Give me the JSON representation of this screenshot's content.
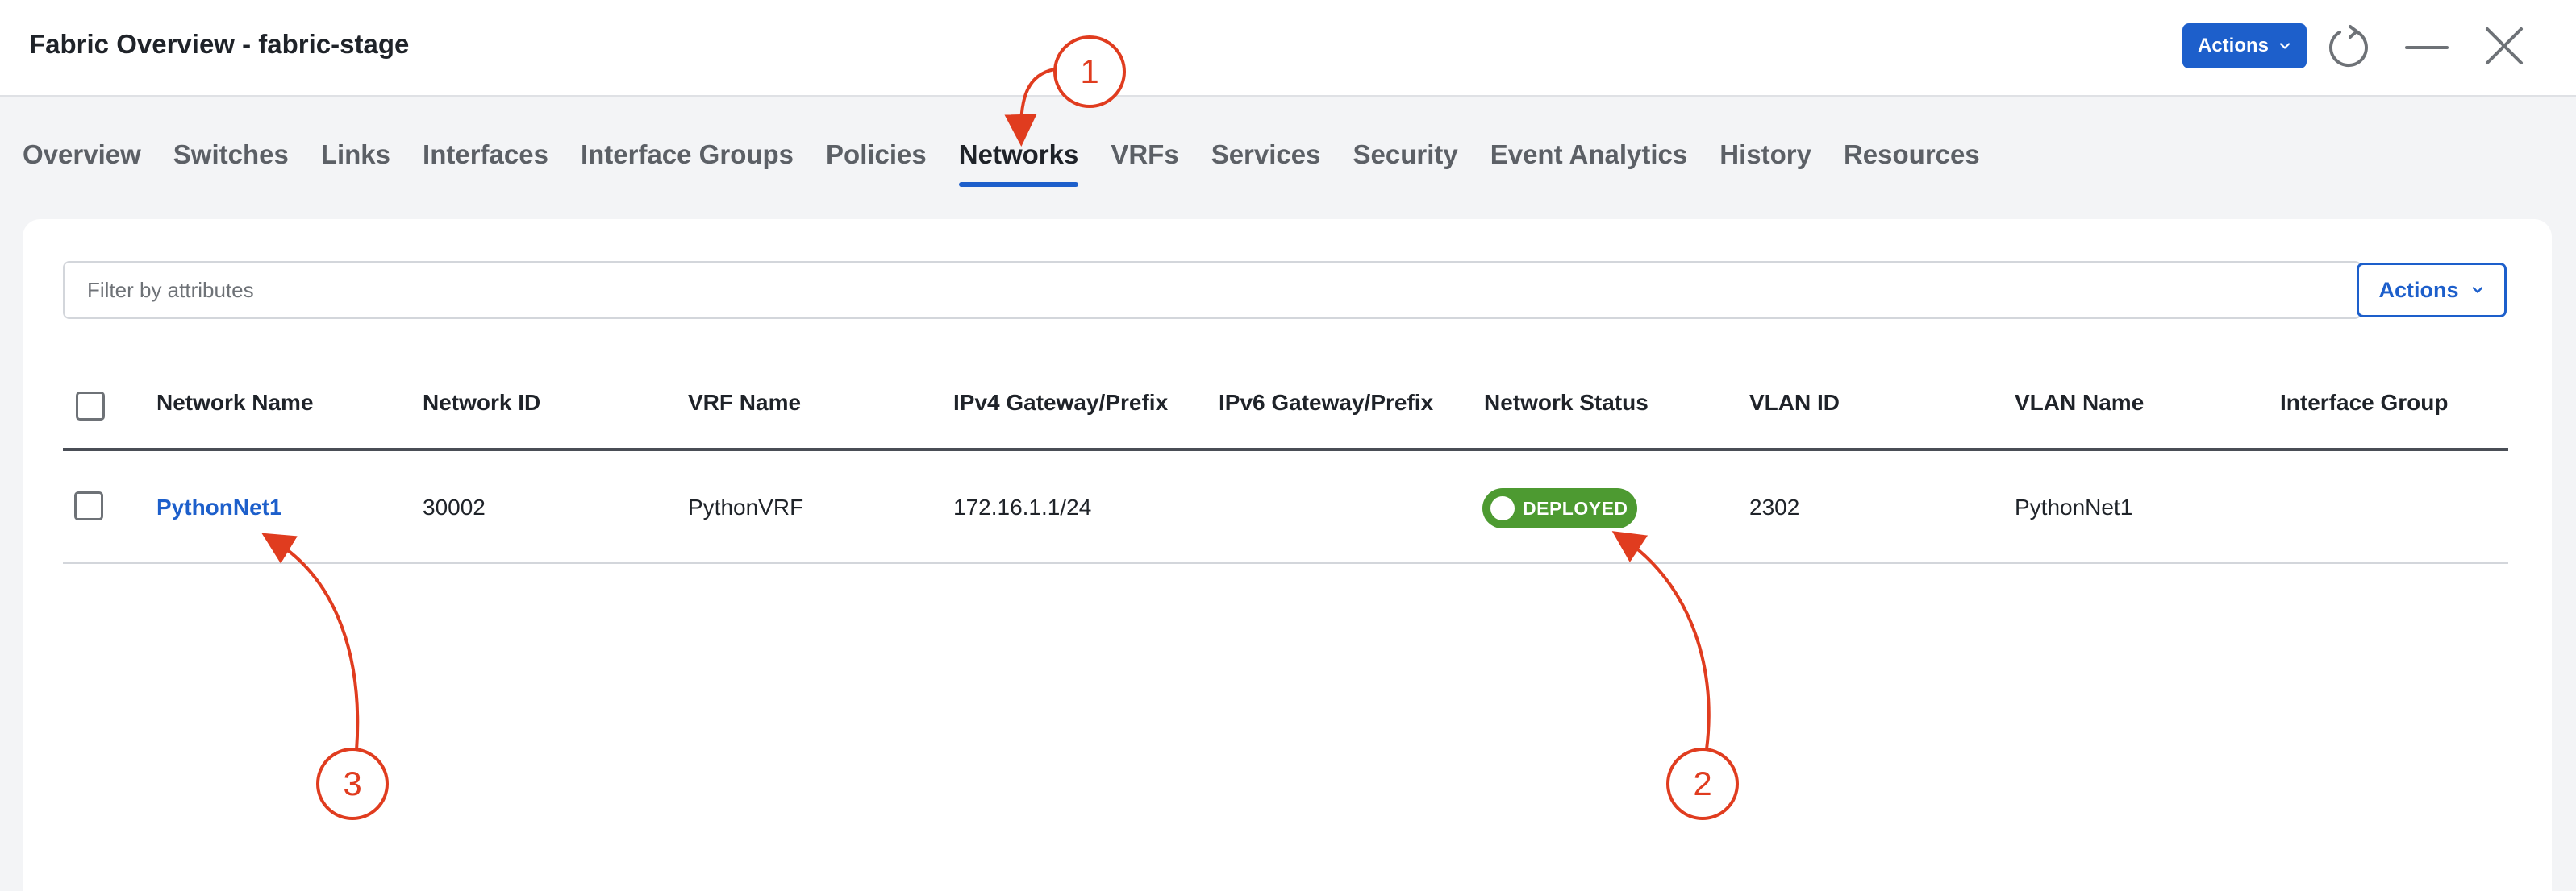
{
  "window": {
    "title": "Fabric Overview - fabric-stage"
  },
  "header": {
    "actions_label": "Actions"
  },
  "tabs": [
    {
      "label": "Overview"
    },
    {
      "label": "Switches"
    },
    {
      "label": "Links"
    },
    {
      "label": "Interfaces"
    },
    {
      "label": "Interface Groups"
    },
    {
      "label": "Policies"
    },
    {
      "label": "Networks",
      "active": true
    },
    {
      "label": "VRFs"
    },
    {
      "label": "Services"
    },
    {
      "label": "Security"
    },
    {
      "label": "Event Analytics"
    },
    {
      "label": "History"
    },
    {
      "label": "Resources"
    }
  ],
  "filter": {
    "placeholder": "Filter by attributes",
    "value": ""
  },
  "card": {
    "actions_label": "Actions"
  },
  "table": {
    "columns": [
      "Network Name",
      "Network ID",
      "VRF Name",
      "IPv4 Gateway/Prefix",
      "IPv6 Gateway/Prefix",
      "Network Status",
      "VLAN ID",
      "VLAN Name",
      "Interface Group"
    ],
    "rows": [
      {
        "network_name": "PythonNet1",
        "network_id": "30002",
        "vrf_name": "PythonVRF",
        "ipv4": "172.16.1.1/24",
        "ipv6": "",
        "status": "DEPLOYED",
        "vlan_id": "2302",
        "vlan_name": "PythonNet1",
        "interface_group": ""
      }
    ]
  },
  "callouts": {
    "c1": "1",
    "c2": "2",
    "c3": "3"
  },
  "colors": {
    "accent": "#1d5fcb",
    "deployed": "#4d9a31",
    "annotation": "#e03c1f"
  },
  "icons": {
    "refresh": "refresh-icon",
    "minimize": "minimize-icon",
    "close": "close-icon",
    "dropdown": "chevron-down-icon"
  }
}
